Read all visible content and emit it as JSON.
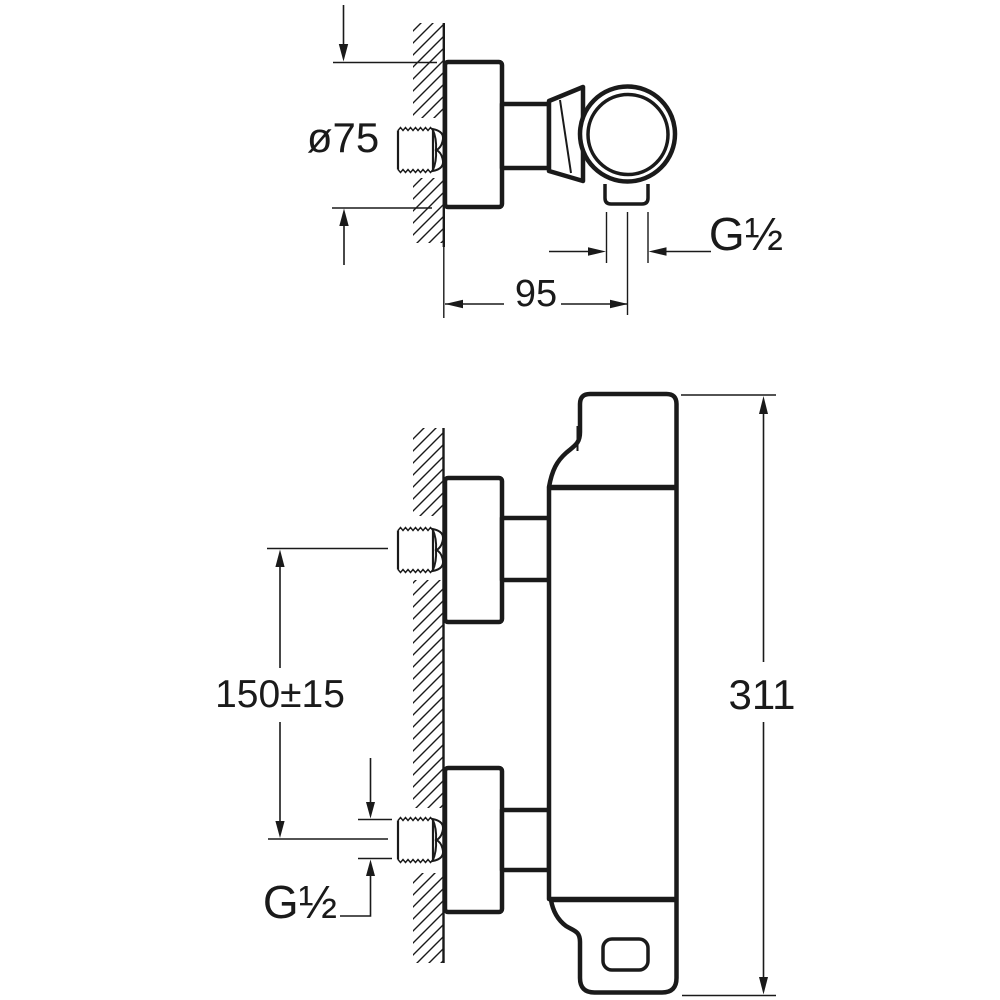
{
  "page": {
    "background": "#ffffff",
    "line_color": "#1a1a1a",
    "text_color": "#1a1a1a"
  },
  "side_view": {
    "flange_diameter": "ø75",
    "wall_to_outlet_distance": "95",
    "outlet_thread": "G½"
  },
  "front_view": {
    "inlet_spacing": "150±15",
    "overall_height": "311",
    "inlet_thread": "G½"
  }
}
